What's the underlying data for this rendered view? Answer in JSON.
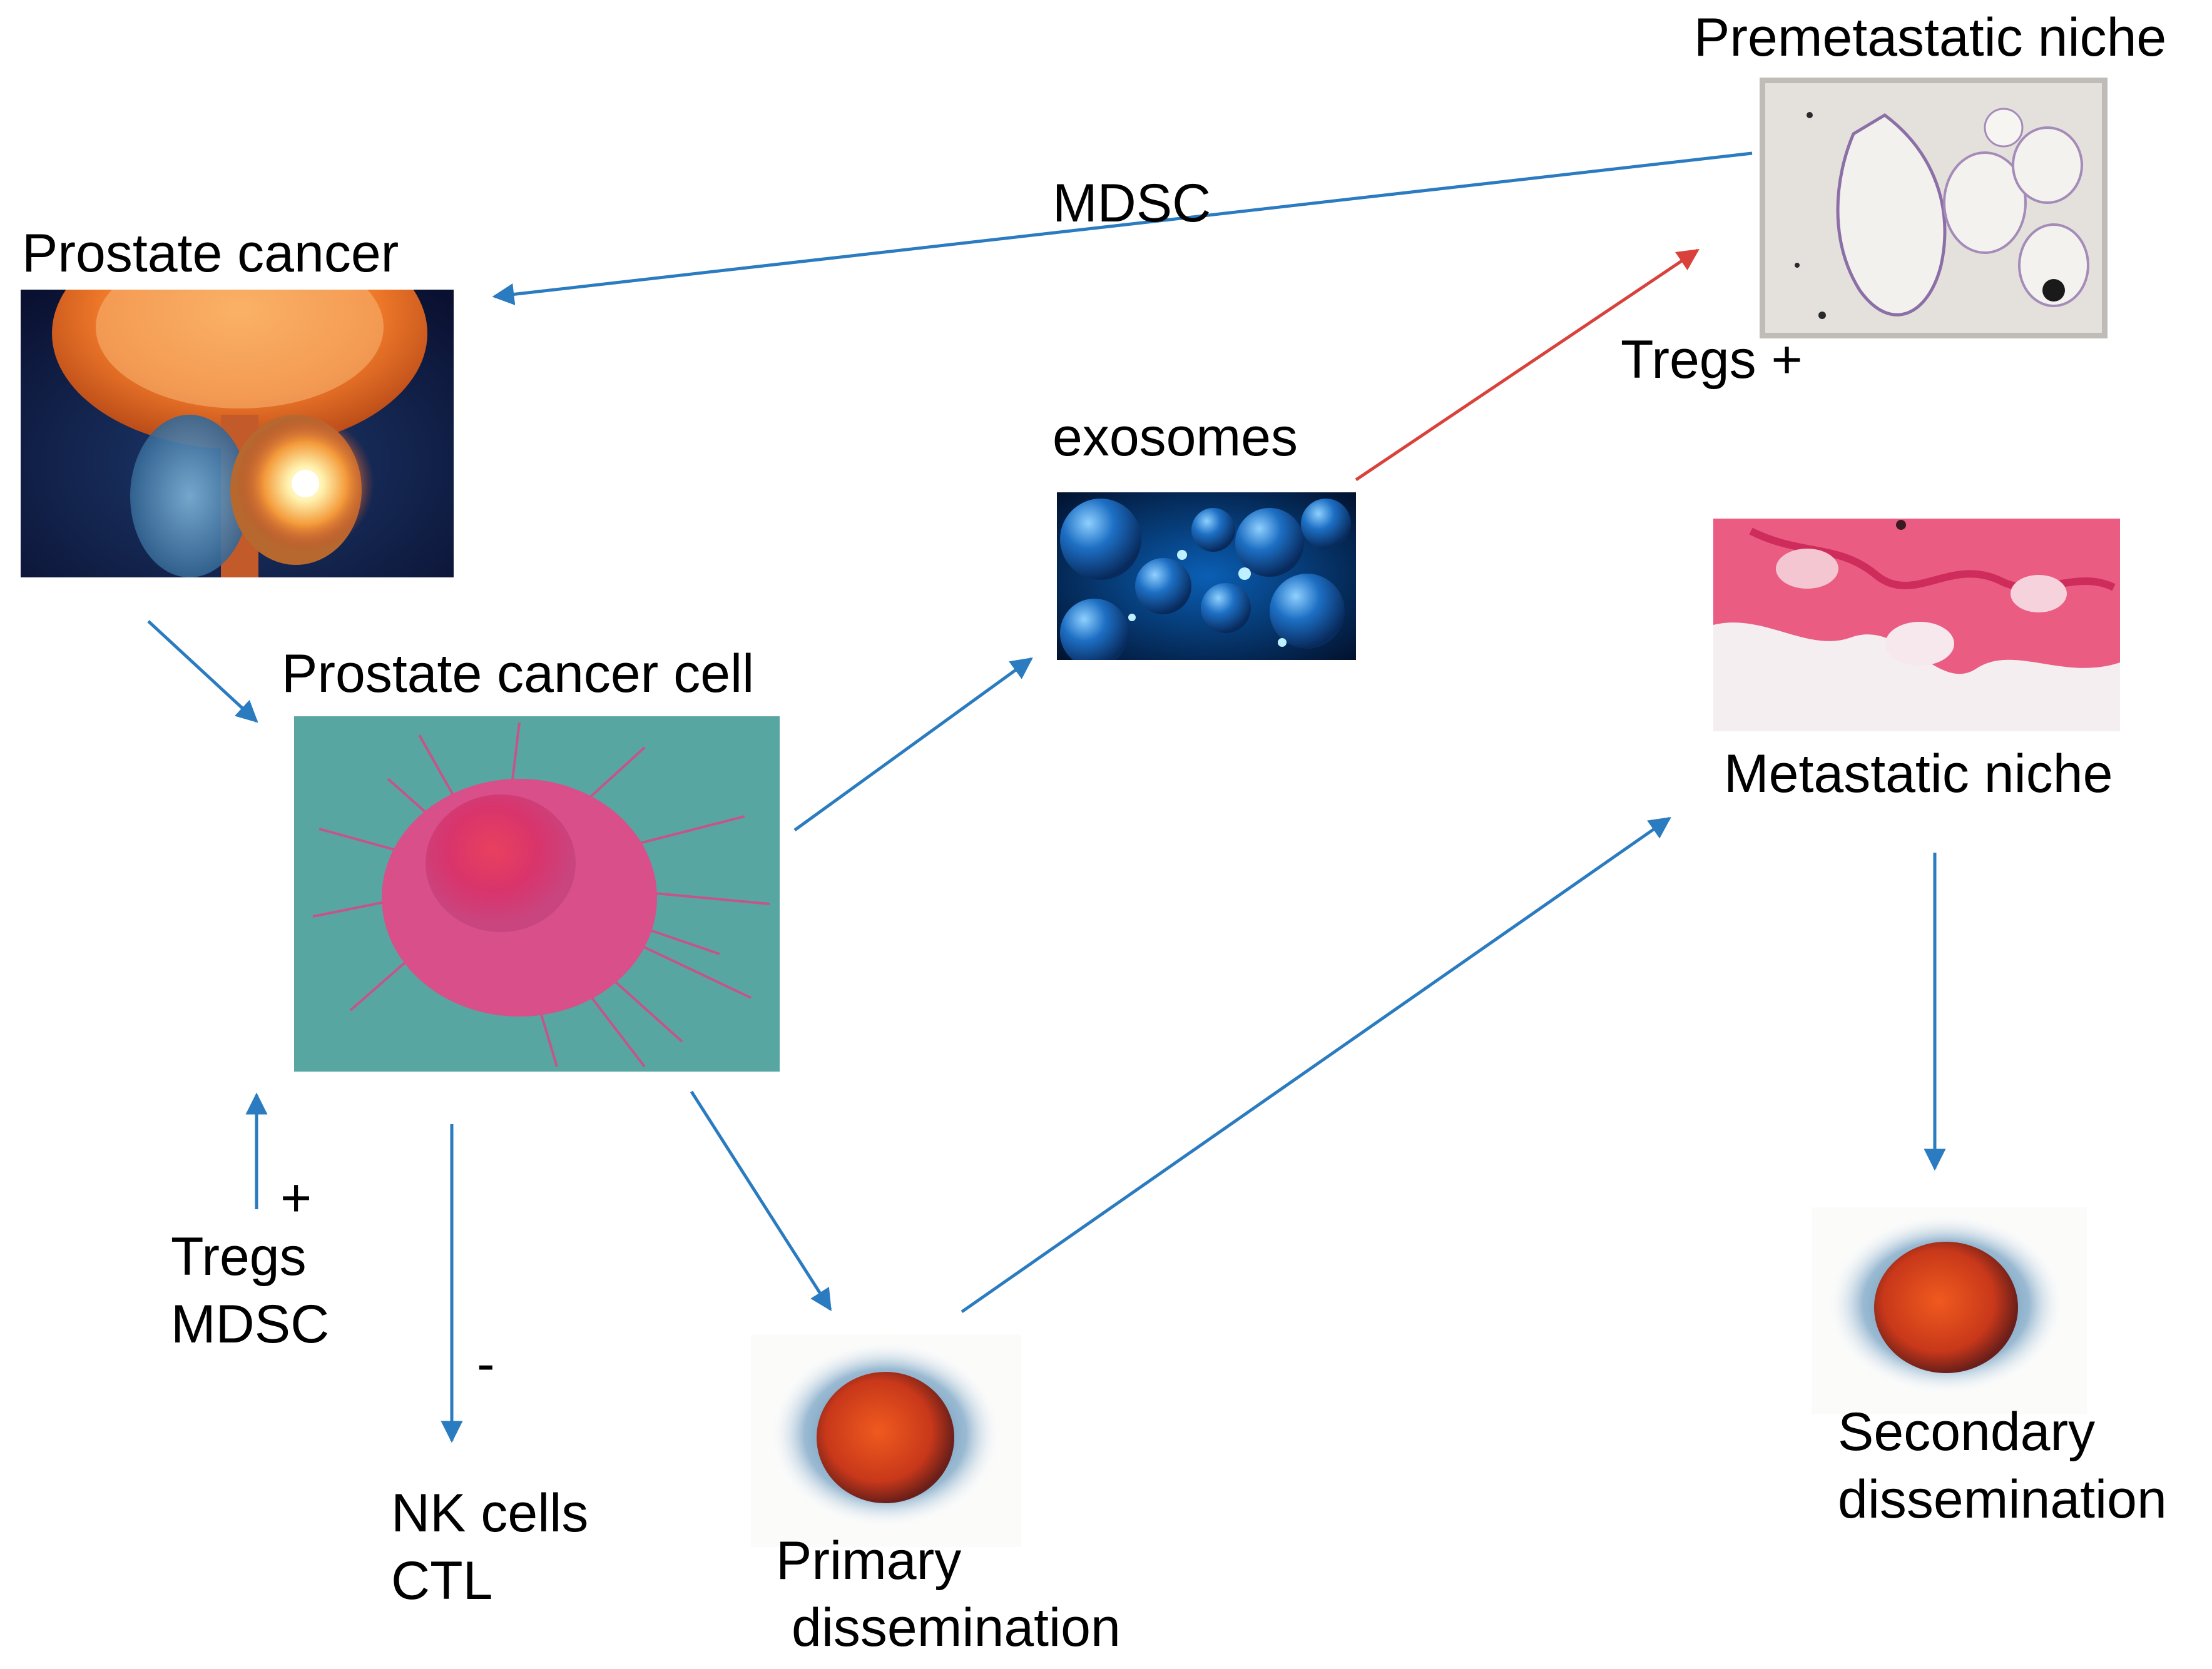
{
  "labels": {
    "prostate_cancer": "Prostate cancer",
    "prostate_cancer_cell": "Prostate cancer cell",
    "mdsc_top": "MDSC",
    "exosomes": "exosomes",
    "premetastatic_niche": "Premetastatic niche",
    "tregs_plus": "Tregs +",
    "metastatic_niche": "Metastatic niche",
    "plus_sign": "+",
    "tregs": "Tregs",
    "mdsc_bottom": "MDSC",
    "minus_sign": "-",
    "nk_cells": "NK cells",
    "ctl": "CTL",
    "primary_1": "Primary",
    "primary_2": "dissemination",
    "secondary_1": "Secondary",
    "secondary_2": "dissemination"
  },
  "colors": {
    "arrow_blue": "#2a7bbf",
    "arrow_red": "#d9413b",
    "text": "#000000"
  },
  "images": {
    "prostate_cancer": "prostate-gland-illustration",
    "prostate_cancer_cell": "cancer-cell-micrograph",
    "exosomes": "exosome-vesicles-render",
    "premetastatic_niche": "tissue-micrograph-pale",
    "metastatic_niche": "tissue-micrograph-stained-red",
    "primary_dissemination": "disseminated-tumor-cell",
    "secondary_dissemination": "disseminated-tumor-cell"
  }
}
